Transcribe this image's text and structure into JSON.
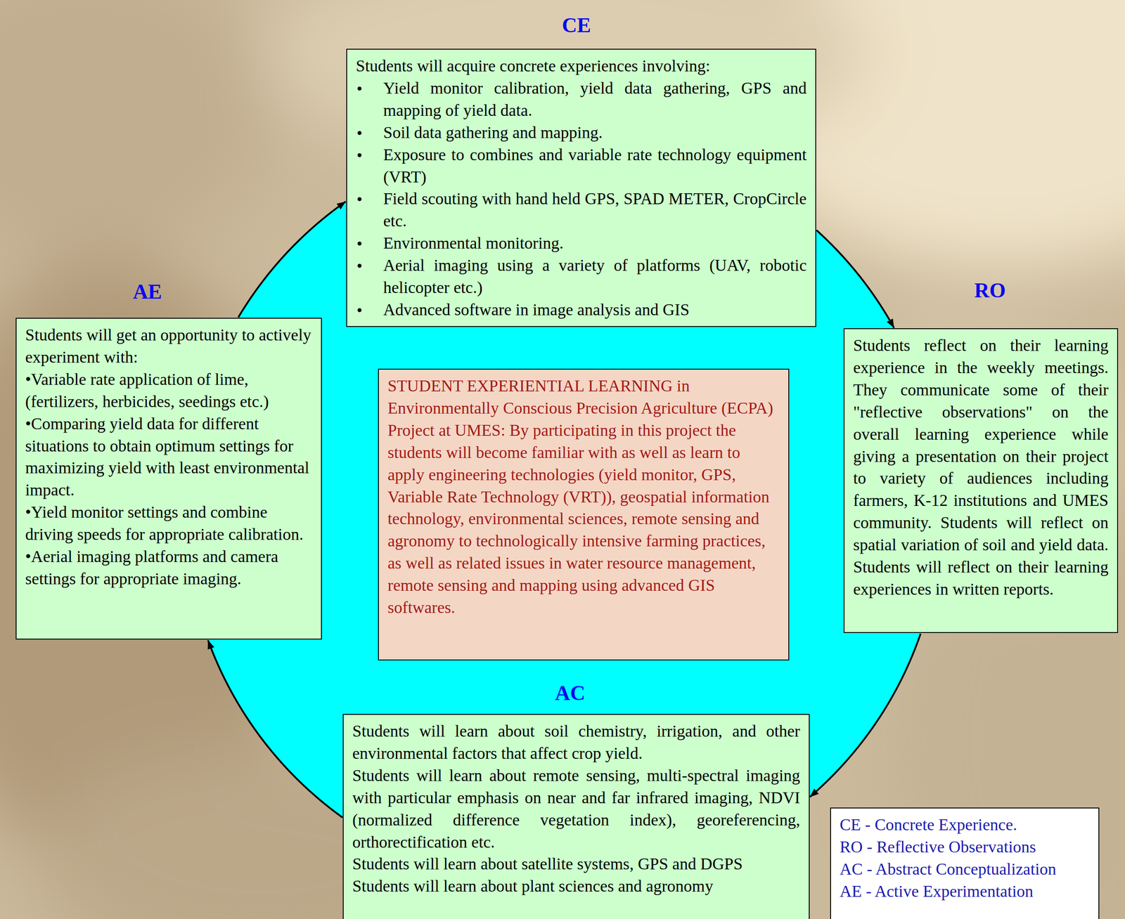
{
  "diagram": {
    "nodes": [
      {
        "text": [
          "CE",
          "Students will acquire concrete experiences involving:",
          "Yield monitor calibration, yield data gathering, GPS and mapping of yield data.",
          "Soil data gathering and mapping.",
          "Exposure to combines and variable rate technology equipment (VRT)",
          "Field scouting with hand held GPS, SPAD METER, CropCircle etc.",
          "Environmental monitoring.",
          "Aerial imaging using a variety of platforms (UAV, robotic helicopter etc.)",
          "Advanced software in image analysis and GIS"
        ]
      },
      {
        "text": [
          "AE",
          "Students will get an opportunity to actively experiment with:",
          "•Variable rate application of lime, (fertilizers, herbicides, seedings etc.)",
          "•Comparing yield data for different situations to obtain optimum settings for maximizing yield with least environmental impact.",
          "•Yield monitor settings and combine driving speeds for appropriate calibration.",
          "•Aerial imaging platforms and camera settings for appropriate imaging."
        ]
      },
      {
        "text": [
          "RO",
          "Students reflect on their learning experience in the weekly meetings. They communicate some of their \"reflective observations\" on the overall learning experience while giving a presentation on their project to variety of audiences including farmers, K-12 institutions and UMES community. Students will reflect on spatial variation of soil and yield data. Students will reflect on their learning experiences in written reports."
        ]
      },
      {
        "text": [
          "STUDENT EXPERIENTIAL LEARNING in Environmentally Conscious Precision Agriculture (ECPA) Project at UMES: By participating in this project the students will become familiar with as well as learn to apply engineering technologies (yield monitor, GPS, Variable Rate Technology (VRT)), geospatial information technology, environmental sciences, remote sensing and agronomy to technologically intensive farming practices, as well as related issues in water resource management, remote sensing and mapping using advanced GIS softwares."
        ]
      },
      {
        "text": [
          "AC",
          "Students will learn about soil chemistry, irrigation, and other environmental factors that affect crop yield.",
          "Students will learn about remote sensing, multi-spectral imaging with particular emphasis on near and far infrared imaging, NDVI (normalized difference vegetation index), georeferencing, orthorectification etc.",
          "Students will learn about satellite systems, GPS and DGPS",
          "Students will learn about plant sciences and agronomy"
        ]
      },
      {
        "text": [
          "CE - Concrete Experience.",
          "RO - Reflective Observations",
          "AC - Abstract Conceptualization",
          "AE - Active Experimentation"
        ]
      }
    ],
    "edges": [
      {
        "from": 0,
        "to": 2,
        "arrow": "to"
      },
      {
        "from": 2,
        "to": 4,
        "arrow": "to"
      },
      {
        "from": 4,
        "to": 1,
        "arrow": "to"
      },
      {
        "from": 1,
        "to": 0,
        "arrow": "to"
      }
    ]
  }
}
